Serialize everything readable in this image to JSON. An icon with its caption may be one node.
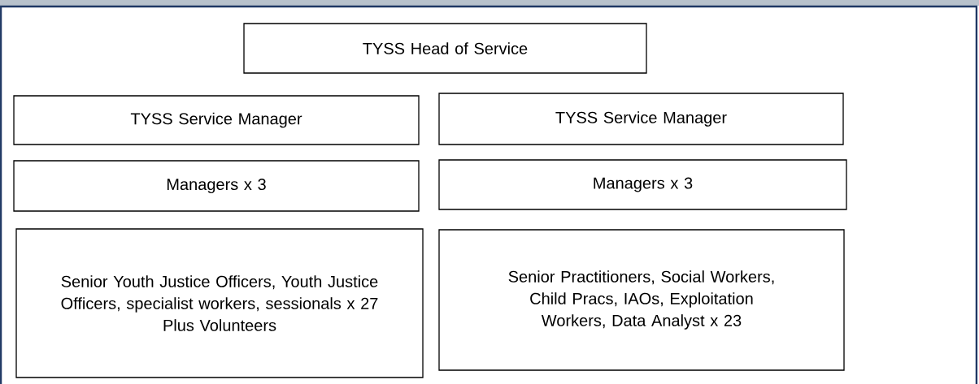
{
  "diagram": {
    "nodes": [
      {
        "text": [
          "TYSS Head of Service"
        ]
      },
      {
        "text": [
          "TYSS Service Manager"
        ]
      },
      {
        "text": [
          "TYSS Service Manager"
        ]
      },
      {
        "text": [
          "Managers x 3"
        ]
      },
      {
        "text": [
          "Managers x 3"
        ]
      },
      {
        "text": [
          "Senior Youth Justice Officers, Youth Justice Officers, specialist workers, sessionals x 27",
          "Plus Volunteers"
        ]
      },
      {
        "text": [
          "Senior Practitioners, Social Workers, Child Pracs, IAOs, Exploitation Workers, Data Analyst x 23"
        ]
      }
    ]
  }
}
